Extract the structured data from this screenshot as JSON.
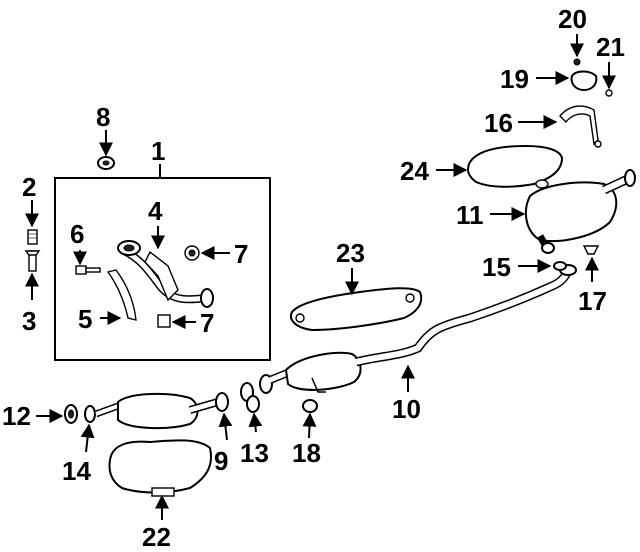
{
  "callouts": {
    "c1": "1",
    "c2": "2",
    "c3": "3",
    "c4": "4",
    "c5": "5",
    "c6": "6",
    "c7a": "7",
    "c7b": "7",
    "c8": "8",
    "c9": "9",
    "c10": "10",
    "c11": "11",
    "c12": "12",
    "c13": "13",
    "c14": "14",
    "c15": "15",
    "c16": "16",
    "c17": "17",
    "c18": "18",
    "c19": "19",
    "c20": "20",
    "c21": "21",
    "c22": "22",
    "c23": "23",
    "c24": "24"
  },
  "colors": {
    "ink": "#000000",
    "paper": "#ffffff"
  }
}
